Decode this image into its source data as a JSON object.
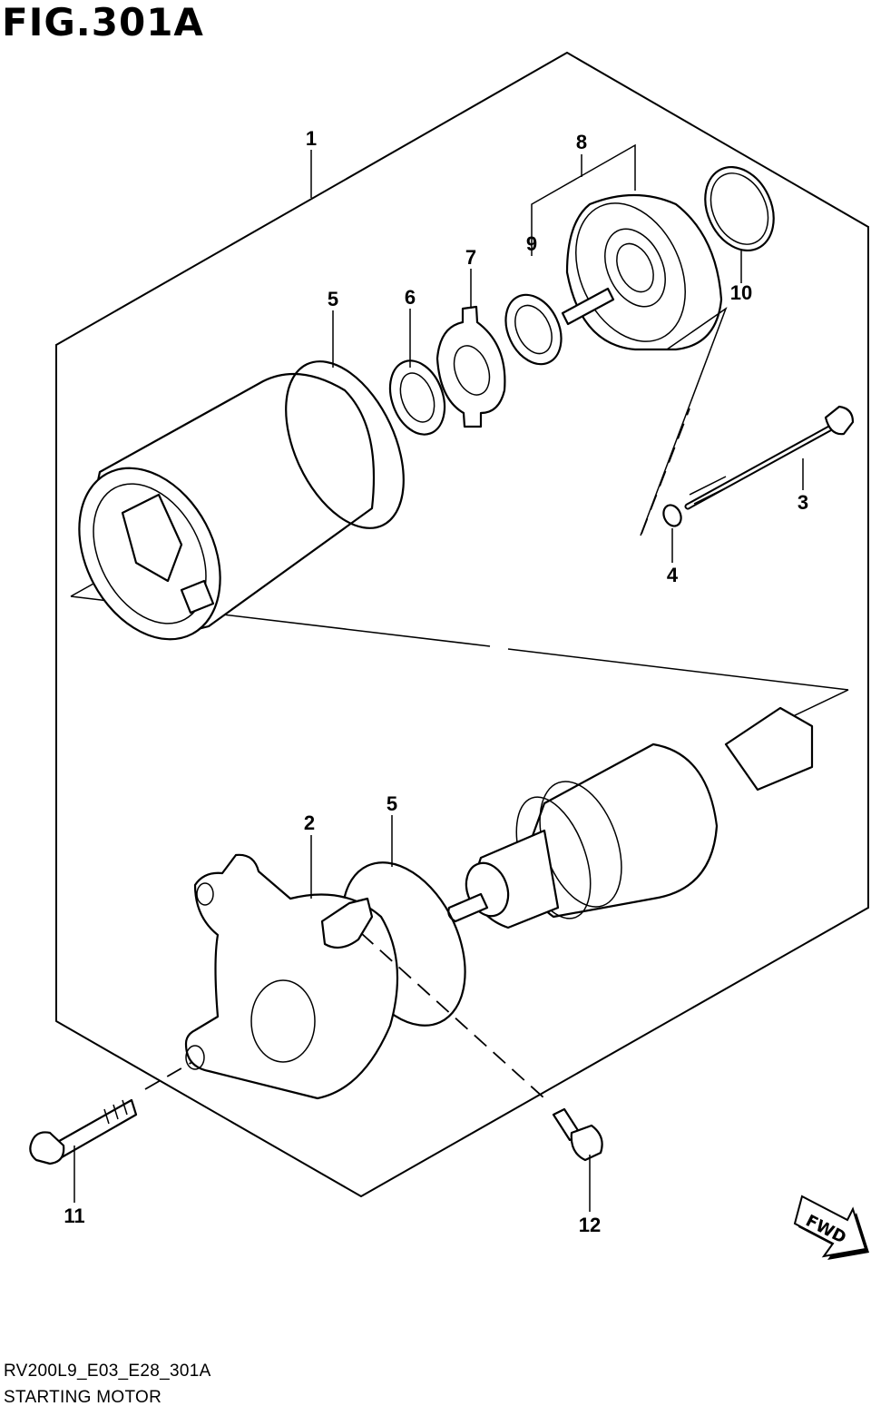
{
  "figure": {
    "title": "FIG.301A",
    "code": "RV200L9_E03_E28_301A",
    "caption": "STARTING MOTOR"
  },
  "callouts": [
    "1",
    "2",
    "3",
    "4",
    "5",
    "5",
    "6",
    "7",
    "8",
    "9",
    "10",
    "11",
    "12"
  ],
  "fwd_label": "FWD"
}
